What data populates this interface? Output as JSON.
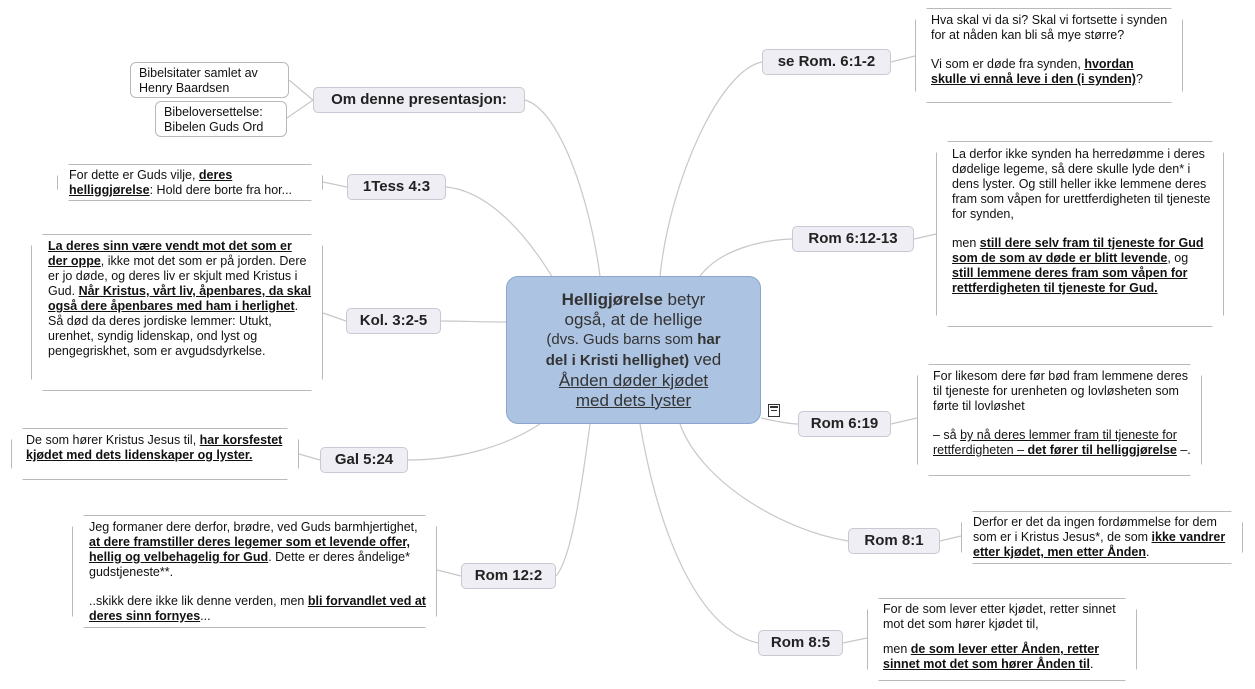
{
  "center": {
    "part1_bold": "Helligjørelse",
    "part1": " betyr",
    "line2": "også, at de hellige",
    "line3a": "(dvs. Guds barns som ",
    "line3b_bold": "har",
    "line4_bold": "del i Kristi hellighet)",
    "line4": " ved",
    "line5_under": "Ånden døder kjødet",
    "line6_under": "med dets lyster"
  },
  "topics": {
    "om": "Om denne presentasjon:",
    "tess": "1Tess 4:3",
    "kol": "Kol. 3:2-5",
    "gal": "Gal 5:24",
    "rom122": "Rom 12:2",
    "rom61": "se Rom. 6:1-2",
    "rom612": "Rom 6:12-13",
    "rom619": "Rom 6:19",
    "rom81": "Rom 8:1",
    "rom85": "Rom 8:5"
  },
  "notes": {
    "om_a": "Bibelsitater samlet av Henry Baardsen",
    "om_b": "Bibeloversettelse: Bibelen Guds Ord",
    "tess": {
      "a": "For dette er Guds vilje, ",
      "b": "deres helliggjørelse",
      "c": ": Hold dere borte fra hor..."
    },
    "kol": {
      "a": "La deres sinn være vendt mot det som er der oppe",
      "b": ", ikke mot det som er på jorden. Dere er jo døde, og deres liv er skjult med Kristus i Gud. ",
      "c": "Når Kristus, vårt liv, åpenbares, da skal også dere åpenbares med ham i herlighet",
      "d": ". Så død da deres jordiske lemmer: Utukt, urenhet, syndig lidenskap, ond lyst og pengegriskhet, som er avgudsdyrkelse."
    },
    "gal": {
      "a": "De som hører Kristus Jesus til, ",
      "b": "har korsfestet kjødet med dets lidenskaper og lyster."
    },
    "rom122": {
      "a": "Jeg formaner dere derfor, brødre, ved Guds barmhjertighet, ",
      "b": "at dere framstiller deres legemer som et levende offer, hellig og velbehagelig for Gud",
      "c": ". Dette er deres åndelige* gudstjeneste**.",
      "d": "..skikk dere ikke lik denne verden, men ",
      "e": "bli forvandlet ved at deres sinn fornyes",
      "f": "..."
    },
    "rom61": {
      "a": "Hva skal vi da si? Skal vi fortsette i synden for at nåden kan bli så mye større?",
      "b": "Vi som er døde fra synden, ",
      "c": "hvordan skulle vi ennå leve i den (i synden)",
      "d": "?"
    },
    "rom612": {
      "a": "La derfor ikke synden ha herredømme i deres dødelige legeme, så dere skulle lyde den* i dens lyster. Og still heller ikke lemmene deres fram som våpen for urettferdigheten til tjeneste for synden,",
      "b": "men ",
      "c": "still dere selv fram til tjeneste for Gud som de som av døde er blitt levende",
      "d": ", og ",
      "e": "still lemmene deres fram som våpen for rettferdigheten til tjeneste for Gud."
    },
    "rom619": {
      "a": "For likesom dere før bød fram lemmene deres til tjeneste for urenheten og lovløsheten som førte til lovløshet",
      "b": "– så ",
      "c": "by nå deres lemmer fram til tjeneste for rettferdigheten – ",
      "d": "det fører til helliggjørelse",
      "e": " –."
    },
    "rom81": {
      "a": "Derfor er det da ingen fordømmelse for dem som er i Kristus Jesus*, de som ",
      "b": "ikke vandrer etter kjødet, men etter Ånden",
      "c": "."
    },
    "rom85": {
      "a": "For de som lever etter kjødet, retter sinnet mot det som hører kjødet til,",
      "b": "men ",
      "c": "de som lever etter Ånden, retter sinnet mot det som hører Ånden til",
      "d": "."
    }
  }
}
